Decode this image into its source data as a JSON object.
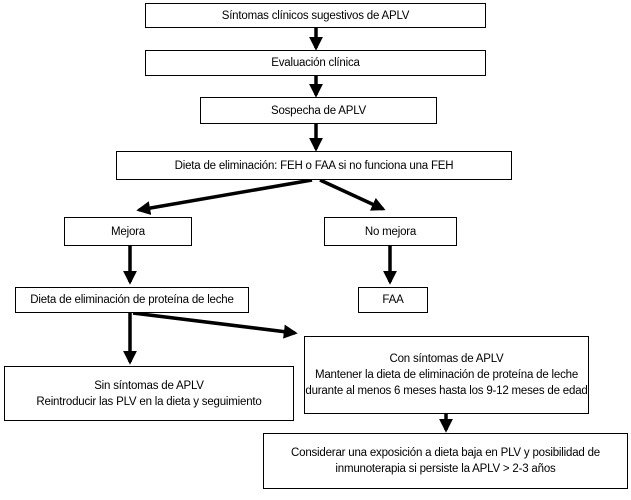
{
  "flowchart": {
    "nodes": {
      "sintomas": "Síntomas clínicos sugestivos de APLV",
      "evaluacion": "Evaluación clínica",
      "sospecha": "Sospecha de APLV",
      "dieta_eliminacion": "Dieta de eliminación: FEH o FAA si no funciona una FEH",
      "mejora": "Mejora",
      "no_mejora": "No mejora",
      "dieta_proteina": "Dieta de eliminación de proteína de leche",
      "faa": "FAA",
      "sin_sintomas": [
        "Sin síntomas de APLV",
        "Reintroducir las PLV en la dieta y seguimiento"
      ],
      "con_sintomas": [
        "Con síntomas de APLV",
        "Mantener la dieta de eliminación de proteína de leche",
        "durante al menos 6 meses hasta los 9-12 meses de edad"
      ],
      "considerar": [
        "Considerar una exposición a dieta baja en PLV y posibilidad de",
        "inmunoterapia si persiste la APLV > 2-3 años"
      ]
    },
    "edges": [
      [
        "sintomas",
        "evaluacion"
      ],
      [
        "evaluacion",
        "sospecha"
      ],
      [
        "sospecha",
        "dieta_eliminacion"
      ],
      [
        "dieta_eliminacion",
        "mejora"
      ],
      [
        "dieta_eliminacion",
        "no_mejora"
      ],
      [
        "mejora",
        "dieta_proteina"
      ],
      [
        "no_mejora",
        "faa"
      ],
      [
        "dieta_proteina",
        "sin_sintomas"
      ],
      [
        "dieta_proteina",
        "con_sintomas"
      ],
      [
        "con_sintomas",
        "considerar"
      ]
    ]
  }
}
